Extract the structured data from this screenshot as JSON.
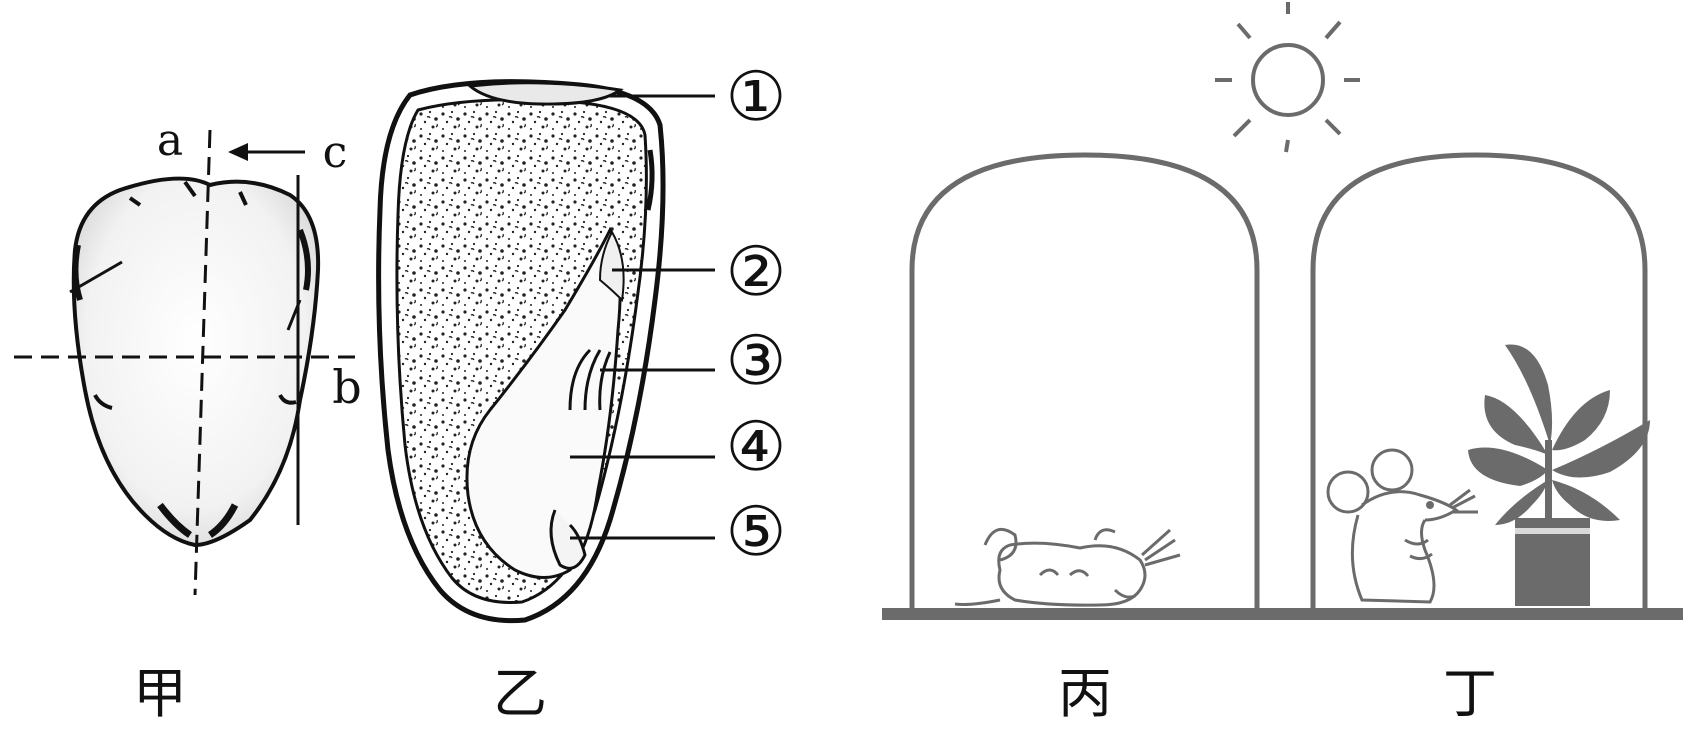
{
  "panel_jia": {
    "caption": "甲",
    "labels": {
      "a": "a",
      "b": "b",
      "c": "c"
    }
  },
  "panel_yi": {
    "caption": "乙",
    "parts": [
      "①",
      "②",
      "③",
      "④",
      "⑤"
    ]
  },
  "panel_bing": {
    "caption": "丙"
  },
  "panel_ding": {
    "caption": "丁"
  }
}
